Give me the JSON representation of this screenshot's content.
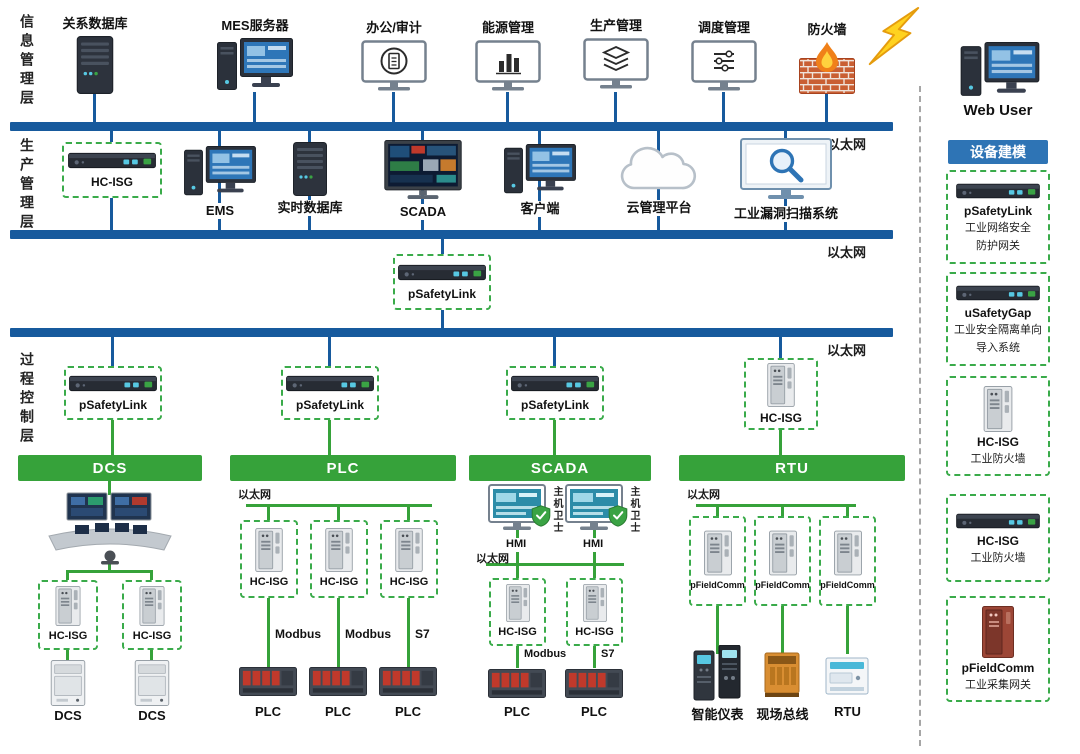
{
  "layers": {
    "info": "信息管理层",
    "production": "生产管理层",
    "process": "过程控制层"
  },
  "eth": "以太网",
  "top_nodes": {
    "relational_db": "关系数据库",
    "mes_server": "MES服务器",
    "office_audit": "办公/审计",
    "energy_mgmt": "能源管理",
    "production_mgmt": "生产管理",
    "dispatch_mgmt": "调度管理",
    "firewall": "防火墙"
  },
  "mid_nodes": {
    "hc_isg": "HC-ISG",
    "ems": "EMS",
    "realtime_db": "实时数据库",
    "scada": "SCADA",
    "client": "客户端",
    "cloud_platform": "云管理平台",
    "vuln_scanner": "工业漏洞扫描系统"
  },
  "core_gateway": "pSafetyLink",
  "zone_gateways": {
    "dcs": "pSafetyLink",
    "plc": "pSafetyLink",
    "scada": "pSafetyLink",
    "rtu": "HC-ISG"
  },
  "dcs_zone": {
    "title": "DCS",
    "fw1": "HC-ISG",
    "fw2": "HC-ISG",
    "dev1": "DCS",
    "dev2": "DCS"
  },
  "plc_zone": {
    "title": "PLC",
    "eth": "以太网",
    "fw1": "HC-ISG",
    "fw2": "HC-ISG",
    "fw3": "HC-ISG",
    "proto1": "Modbus",
    "proto2": "Modbus",
    "proto3": "S7",
    "dev1": "PLC",
    "dev2": "PLC",
    "dev3": "PLC"
  },
  "scada_zone": {
    "title": "SCADA",
    "guard1": "主机卫士",
    "guard2": "主机卫士",
    "hmi1": "HMI",
    "hmi2": "HMI",
    "eth": "以太网",
    "fw1": "HC-ISG",
    "fw2": "HC-ISG",
    "proto1": "Modbus",
    "proto2": "S7",
    "dev1": "PLC",
    "dev2": "PLC"
  },
  "rtu_zone": {
    "title": "RTU",
    "eth": "以太网",
    "gw1": "pFieldComm",
    "gw2": "pFieldComm",
    "gw3": "pFieldComm",
    "dev1": "智能仪表",
    "dev2": "现场总线",
    "dev3": "RTU"
  },
  "sidebar": {
    "web_user": "Web User",
    "header": "设备建模",
    "items": [
      {
        "name": "pSafetyLink",
        "line1": "工业网络安全",
        "line2": "防护网关"
      },
      {
        "name": "uSafetyGap",
        "line1": "工业安全隔离单向",
        "line2": "导入系统"
      },
      {
        "name": "HC-ISG",
        "line1": "工业防火墙"
      },
      {
        "name": "HC-ISG",
        "line1": "工业防火墙"
      },
      {
        "name": "pFieldComm",
        "line1": "工业采集网关"
      }
    ]
  },
  "colors": {
    "ethernet_blue": "#175a9d",
    "zone_green": "#36a23a",
    "modeling_blue": "#2e74b5",
    "lightning_yellow": "#ffd21f"
  }
}
